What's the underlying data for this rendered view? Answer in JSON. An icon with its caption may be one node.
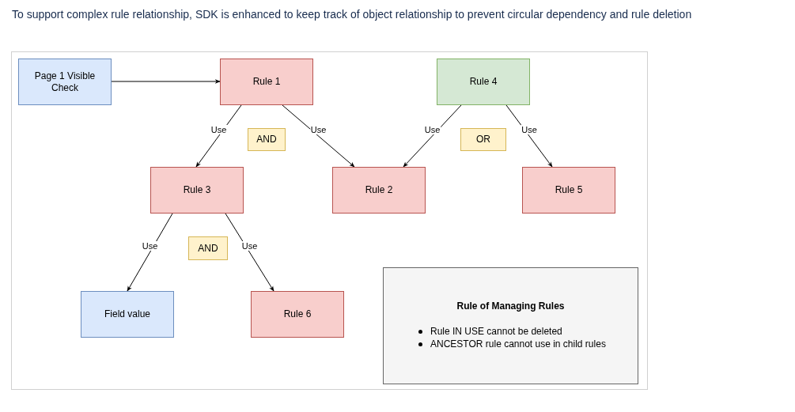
{
  "diagram": {
    "title": "To support complex rule relationship, SDK is enhanced to keep track of object relationship to prevent circular dependency and rule deletion",
    "nodes": [
      {
        "text": [
          "Page 1 Visible Check"
        ]
      },
      {
        "text": [
          "Rule 1"
        ]
      },
      {
        "text": [
          "Rule 4"
        ]
      },
      {
        "text": [
          "AND"
        ]
      },
      {
        "text": [
          "OR"
        ]
      },
      {
        "text": [
          "Rule 3"
        ]
      },
      {
        "text": [
          "Rule 2"
        ]
      },
      {
        "text": [
          "Rule 5"
        ]
      },
      {
        "text": [
          "AND"
        ]
      },
      {
        "text": [
          "Field value"
        ]
      },
      {
        "text": [
          "Rule 6"
        ]
      },
      {
        "text": [
          "Rule of Managing Rules",
          "Rule IN USE cannot be deleted",
          "ANCESTOR rule cannot use in child rules"
        ]
      }
    ],
    "edges": [
      {
        "from": 0,
        "to": 1,
        "arrow": "to"
      },
      {
        "from": 1,
        "to": 5,
        "arrow": "to",
        "label": "Use"
      },
      {
        "from": 1,
        "to": 6,
        "arrow": "to",
        "label": "Use"
      },
      {
        "from": 2,
        "to": 6,
        "arrow": "to",
        "label": "Use"
      },
      {
        "from": 2,
        "to": 7,
        "arrow": "to",
        "label": "Use"
      },
      {
        "from": 5,
        "to": 9,
        "arrow": "to",
        "label": "Use"
      },
      {
        "from": 5,
        "to": 10,
        "arrow": "to",
        "label": "Use"
      }
    ]
  }
}
